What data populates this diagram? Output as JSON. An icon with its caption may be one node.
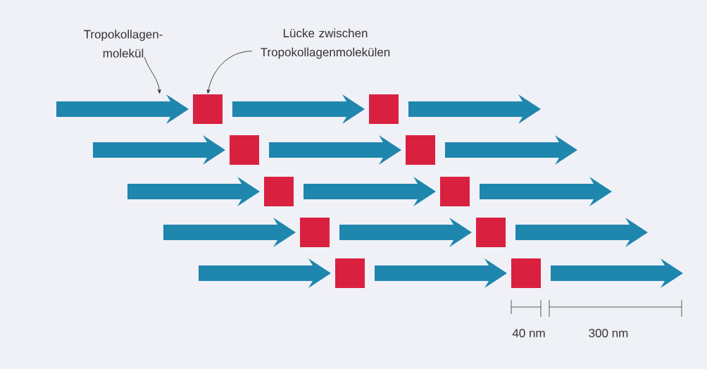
{
  "diagram": {
    "nodes": [
      {
        "text": [
          "Tropokollagen- molekül"
        ]
      },
      {
        "text": [
          "Lücke zwischen Tropokollagenmolekülen"
        ]
      },
      {
        "text": [],
        "shape": "arrow"
      },
      {
        "text": [],
        "shape": "box"
      }
    ],
    "edges": [
      {
        "from": 0,
        "to": 2,
        "arrow": "to"
      },
      {
        "from": 1,
        "to": 3,
        "arrow": "to"
      }
    ],
    "labels": [
      "40 nm",
      "300 nm"
    ]
  }
}
